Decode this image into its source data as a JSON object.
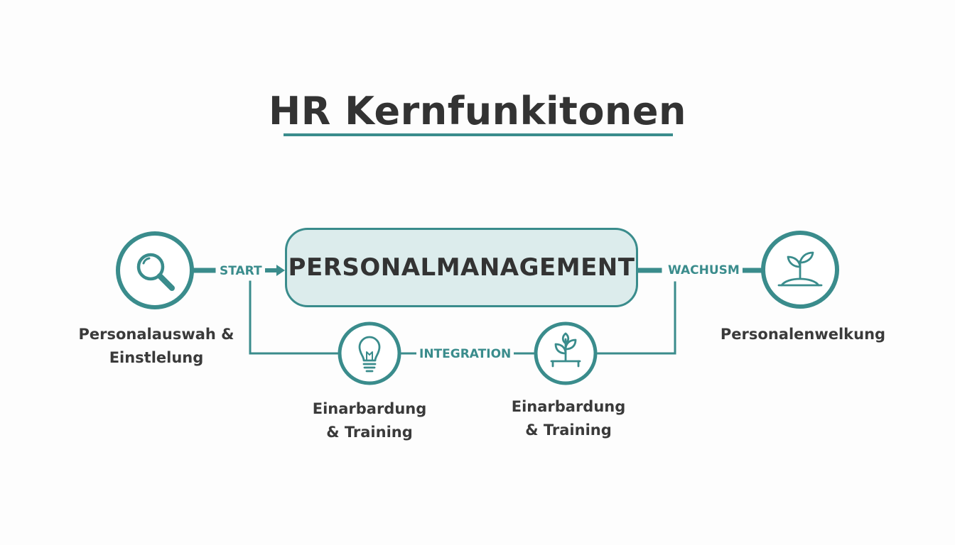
{
  "title": "HR Kernfunkitonen",
  "hub": {
    "label": "PERSONALMANAGEMENT"
  },
  "connectors": {
    "start": "START",
    "integration": "INTEGRATION",
    "growth": "WACHUSM"
  },
  "nodes": [
    {
      "icon": "magnifier-icon",
      "label": "Personalauswah &\nEinstlelung"
    },
    {
      "icon": "lightbulb-icon",
      "label": "Einarbardung\n& Training"
    },
    {
      "icon": "plant-icon",
      "label": "Einarbardung\n& Training"
    },
    {
      "icon": "sprout-icon",
      "label": "Personalenwelkung"
    }
  ],
  "colors": {
    "accent": "#3a8c8c",
    "hub_fill": "#dcecec",
    "text": "#333333"
  }
}
